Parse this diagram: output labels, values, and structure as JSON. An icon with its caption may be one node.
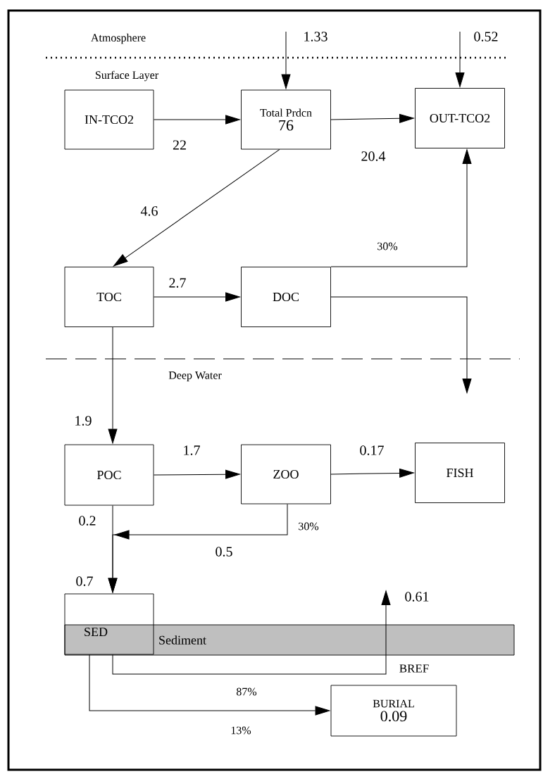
{
  "diagram": {
    "nodes": [
      {
        "text": [
          "IN-TCO2"
        ]
      },
      {
        "text": [
          "Total Prdcn",
          "76"
        ]
      },
      {
        "text": [
          "OUT-TCO2"
        ]
      },
      {
        "text": [
          "TOC"
        ]
      },
      {
        "text": [
          "DOC"
        ]
      },
      {
        "text": [
          "POC"
        ]
      },
      {
        "text": [
          "ZOO"
        ]
      },
      {
        "text": [
          "FISH"
        ]
      },
      {
        "text": [
          "SED"
        ]
      },
      {
        "text": [
          "Sediment"
        ]
      },
      {
        "text": [
          "BURIAL",
          "0.09"
        ]
      }
    ],
    "edges": [
      {
        "from": null,
        "to": 1,
        "arrow": "to",
        "label": "1.33"
      },
      {
        "from": null,
        "to": 2,
        "arrow": "to",
        "label": "0.52"
      },
      {
        "from": 0,
        "to": 1,
        "arrow": "to",
        "label": "22"
      },
      {
        "from": 1,
        "to": 2,
        "arrow": "to",
        "label": "20.4"
      },
      {
        "from": 1,
        "to": 3,
        "arrow": "to",
        "label": "4.6"
      },
      {
        "from": 3,
        "to": 4,
        "arrow": "to",
        "label": "2.7"
      },
      {
        "from": 4,
        "to": 2,
        "arrow": "to",
        "label": "30%"
      },
      {
        "from": 4,
        "to": null,
        "arrow": "to"
      },
      {
        "from": 3,
        "to": 5,
        "arrow": "to",
        "label": "1.9"
      },
      {
        "from": 5,
        "to": 6,
        "arrow": "to",
        "label": "1.7"
      },
      {
        "from": 6,
        "to": 7,
        "arrow": "to",
        "label": "0.17"
      },
      {
        "from": 5,
        "to": 8,
        "arrow": "to",
        "label": "0.2"
      },
      {
        "from": 6,
        "to": 8,
        "arrow": "to",
        "label": "0.5"
      },
      {
        "from": 8,
        "to": null,
        "arrow": "to",
        "label": "0.61"
      },
      {
        "from": 8,
        "to": 10,
        "arrow": "to",
        "label": "13%"
      }
    ],
    "labels": [
      "Atmosphere",
      "Surface Layer",
      "Deep Water",
      "30%",
      "0.7",
      "BREF",
      "87%"
    ]
  }
}
